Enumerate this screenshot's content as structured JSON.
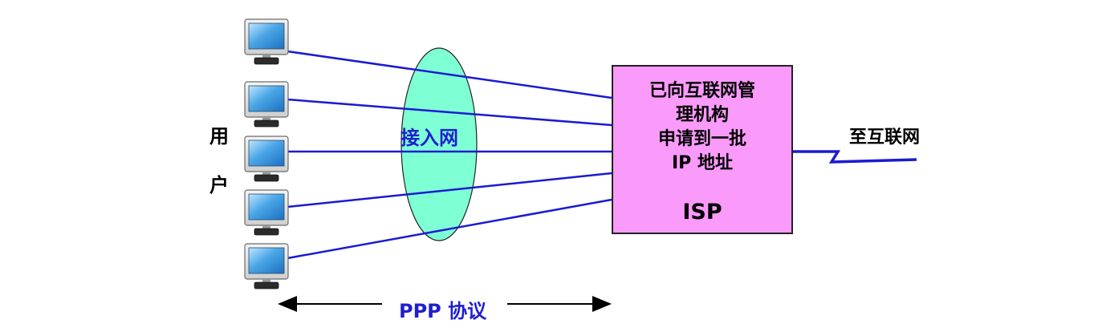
{
  "users_label": [
    "用",
    "户"
  ],
  "access_network_label": "接入网",
  "isp": {
    "description_lines": [
      "已向互联网管",
      "理机构",
      "申请到一批",
      "IP 地址"
    ],
    "name": "ISP",
    "fill_color": "#fa9afa"
  },
  "internet_label": "至互联网",
  "protocol_label": "PPP 协议",
  "colors": {
    "link_lines": "#1a1ad2",
    "access_network_fill": "#7fffd4",
    "blue_text": "#1f1fd0"
  },
  "computers": [
    {
      "name": "computer-1"
    },
    {
      "name": "computer-2"
    },
    {
      "name": "computer-3"
    },
    {
      "name": "computer-4"
    },
    {
      "name": "computer-5"
    }
  ]
}
